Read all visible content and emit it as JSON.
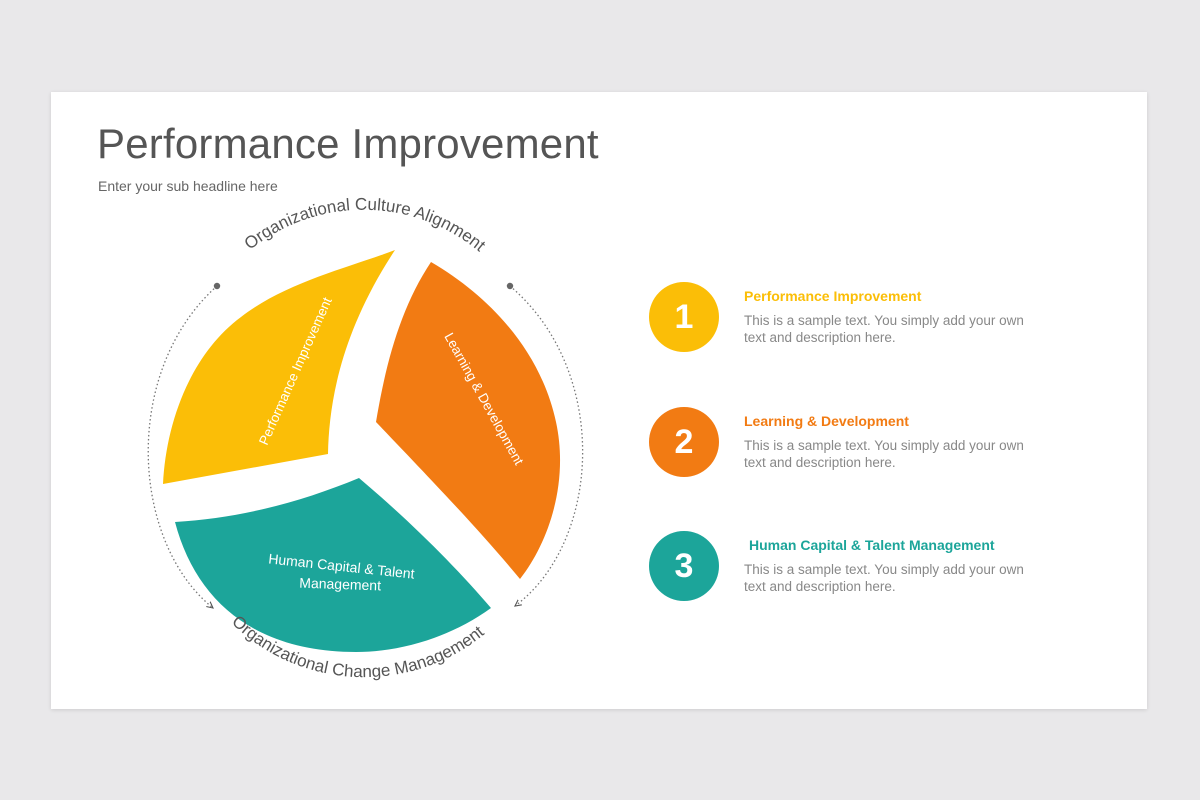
{
  "header": {
    "title": "Performance Improvement",
    "subtitle": "Enter your sub headline here"
  },
  "diagram": {
    "arc_top_label": "Organizational Culture Alignment",
    "arc_bottom_label": "Organizational Change Management",
    "segments": [
      {
        "label": "Performance Improvement",
        "color": "#FBBE07"
      },
      {
        "label": "Learning & Development",
        "color": "#F27B13"
      },
      {
        "label_line1": "Human Capital & Talent",
        "label_line2": "Management",
        "color": "#1CA59A"
      }
    ]
  },
  "legend": [
    {
      "number": "1",
      "heading": "Performance Improvement",
      "text": "This is a sample text. You simply add your own text and description here.",
      "color": "#FBBE07"
    },
    {
      "number": "2",
      "heading": "Learning & Development",
      "text": "This is a sample text. You simply add your own text and description here.",
      "color": "#F27B13"
    },
    {
      "number": "3",
      "heading": "Human Capital & Talent Management",
      "text": "This is a sample text. You simply add your own text and description here.",
      "color": "#1CA59A"
    }
  ]
}
